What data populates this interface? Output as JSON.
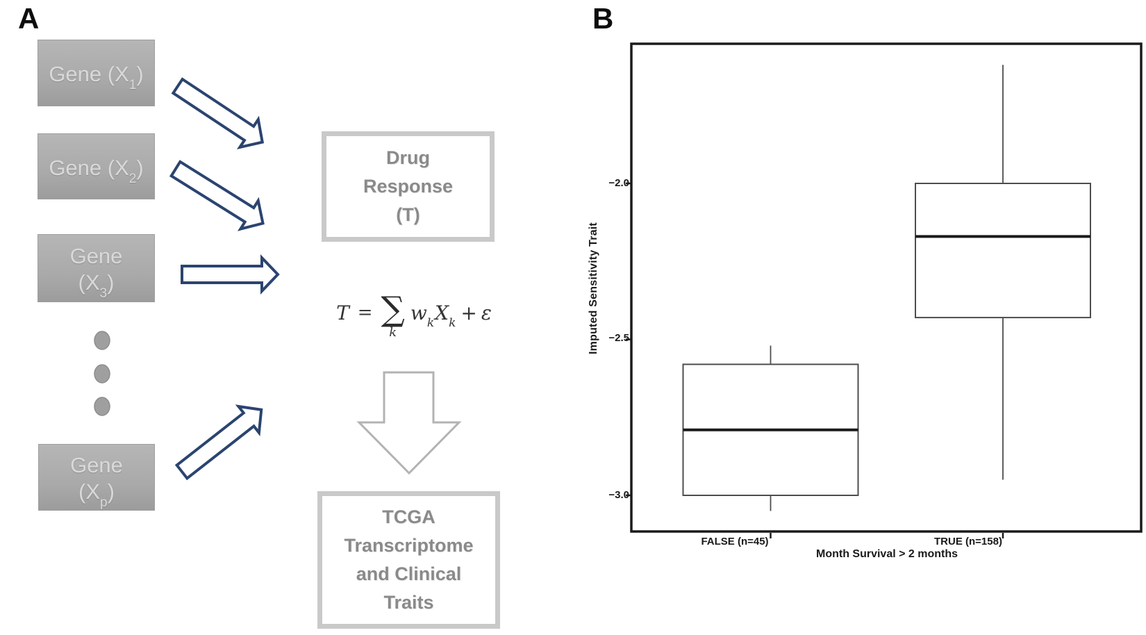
{
  "panel_a": {
    "label": "A",
    "gene_boxes": [
      {
        "text_before_sub": "Gene (X",
        "sub": "1",
        "text_after_sub": ")"
      },
      {
        "text_before_sub": "Gene (X",
        "sub": "2",
        "text_after_sub": ")"
      },
      {
        "line1": "Gene",
        "text_before_sub": "(X",
        "sub": "3",
        "text_after_sub": ")"
      },
      {
        "line1": "Gene",
        "text_before_sub": "(X",
        "sub": "p",
        "text_after_sub": ")"
      }
    ],
    "drug_box": {
      "lines": [
        "Drug",
        "Response",
        "(T)"
      ]
    },
    "tcga_box": {
      "lines": [
        "TCGA",
        "Transcriptome",
        "and Clinical",
        "Traits"
      ]
    },
    "equation": {
      "lhs": "T",
      "rel": "=",
      "sum": "∑",
      "sum_sub": "k",
      "w": "w",
      "w_sub": "k",
      "x": "X",
      "x_sub": "k",
      "plus": "+",
      "eps": "ε"
    },
    "colors": {
      "arrow_blue": "#2b4470",
      "gene_box_gray": "#a9a9a9",
      "muted_text_gray": "#8a8a8a",
      "light_border_gray": "#c9c9c9"
    }
  },
  "panel_b": {
    "label": "B"
  },
  "chart_data": {
    "type": "boxplot",
    "title": "",
    "xlabel": "Month Survival > 2 months",
    "ylabel": "Imputed Sensitivity Trait",
    "categories": [
      "FALSE (n=45)",
      "TRUE (n=158)"
    ],
    "series": [
      {
        "name": "FALSE (n=45)",
        "whisker_low": -3.05,
        "q1": -3.0,
        "median": -2.79,
        "q3": -2.58,
        "whisker_high": -2.52
      },
      {
        "name": "TRUE (n=158)",
        "whisker_low": -2.95,
        "q1": -2.43,
        "median": -2.17,
        "q3": -2.0,
        "whisker_high": -1.62
      }
    ],
    "yticks": [
      -2.0,
      -2.5,
      -3.0
    ],
    "ytick_labels": [
      "−2.0",
      "−2.5",
      "−3.0"
    ],
    "ylim": [
      -3.12,
      -1.55
    ],
    "grid": false,
    "legend": false
  }
}
